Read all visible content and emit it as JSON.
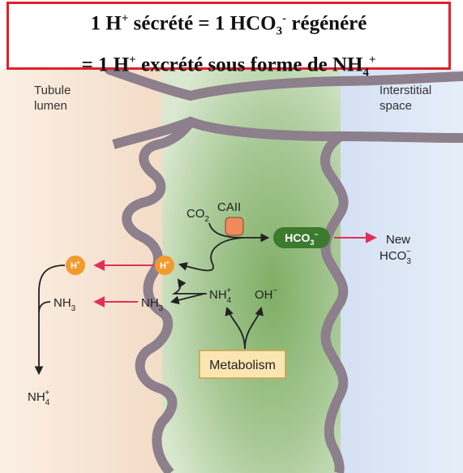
{
  "title": {
    "line1": {
      "a": "1 H",
      "a_sup": "+",
      "b": " sécrété =  1 HCO",
      "b_sub": "3",
      "b_sup": "-",
      "c": " régénéré"
    },
    "line2": {
      "a": "= 1 H",
      "a_sup": "+",
      "b": " excrété sous forme de NH",
      "b_sub": "4",
      "b_sup": "+"
    }
  },
  "regions": {
    "lumen_line1": "Tubule",
    "lumen_line2": "lumen",
    "interstitial_line1": "Interstitial",
    "interstitial_line2": "space"
  },
  "molecules": {
    "co2": "CO",
    "co2_sub": "2",
    "enzyme": "CAII",
    "hco3": "HCO",
    "hco3_sub": "3",
    "hco3_sup": "−",
    "new_line1": "New",
    "new_hco3": "HCO",
    "new_hco3_sub": "3",
    "new_hco3_sup": "−",
    "h_plus": "H",
    "h_plus_sup": "+",
    "nh3": "NH",
    "nh3_sub": "3",
    "nh4": "NH",
    "nh4_sub": "4",
    "nh4_sup": "+",
    "oh": "OH",
    "oh_sup": "−",
    "metabolism": "Metabolism"
  },
  "colors": {
    "lumen_bg": "#f6e3d3",
    "cell_green": "#9fc28a",
    "interstitial_bg": "#dce7f5",
    "membrane": "#8d7f8c",
    "arrow_red": "#e0305a",
    "h_orange": "#f39a2c",
    "hco3_green": "#3c7a2e",
    "enzyme_orange": "#ef8a5a",
    "metab_fill": "#fbe6b2",
    "title_border": "#e0202a"
  }
}
